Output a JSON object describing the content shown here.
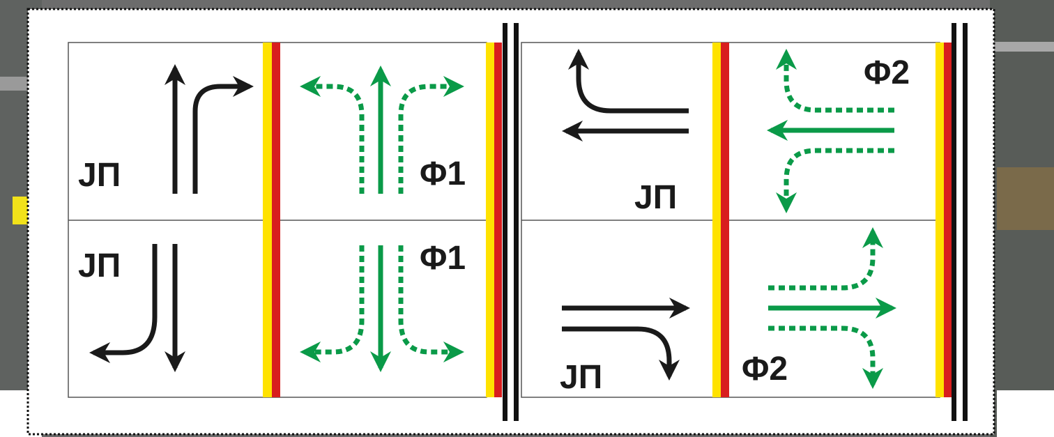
{
  "labels": {
    "jp": "ЈП",
    "phase1": "Φ1",
    "phase2": "Φ2"
  },
  "colors": {
    "frame_border": "#111111",
    "panel_border": "#555555",
    "arrow_black": "#1a1a1a",
    "arrow_green": "#0a9a48",
    "signal_yellow": "#ffe200",
    "signal_red": "#d81e1e",
    "divider_black": "#111111",
    "background_photo": "#6c6c6c"
  },
  "icons": {
    "jp_nb": "straight-and-right-arrows-icon",
    "phase1_nb": "green-straight-left-right-arrows-icon",
    "jp_sb": "straight-and-right-turn-arrows-icon",
    "phase1_sb": "green-straight-left-right-arrows-icon",
    "jp_wb": "straight-and-right-turn-arrows-icon",
    "phase2_wb": "green-straight-left-right-arrows-icon",
    "jp_eb": "straight-and-right-turn-arrows-icon",
    "phase2_eb": "green-straight-left-right-arrows-icon"
  }
}
